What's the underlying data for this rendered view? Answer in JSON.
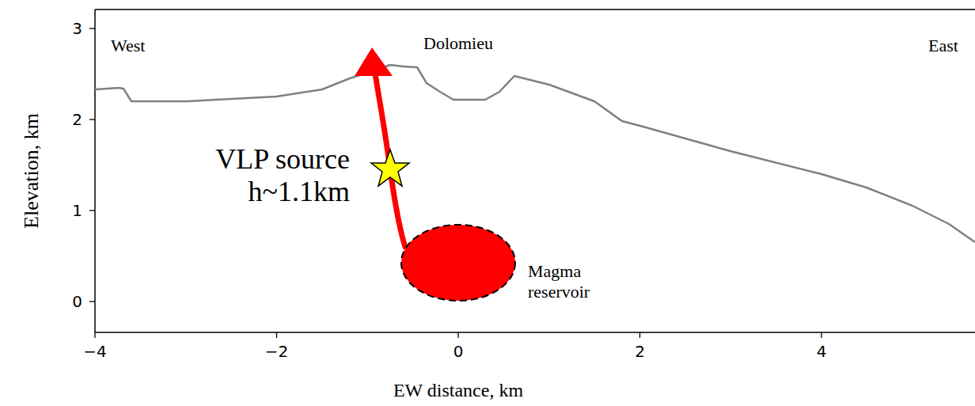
{
  "diagram": {
    "nodes": [
      {
        "text": [
          "Magma reservoir"
        ]
      }
    ],
    "labels": [
      "West",
      "Dolomieu",
      "East",
      "VLP source h~1.1km",
      "Elevation, km",
      "EW distance, km",
      "−4",
      "−2",
      "0",
      "2",
      "4",
      "0",
      "1",
      "2",
      "3"
    ]
  }
}
